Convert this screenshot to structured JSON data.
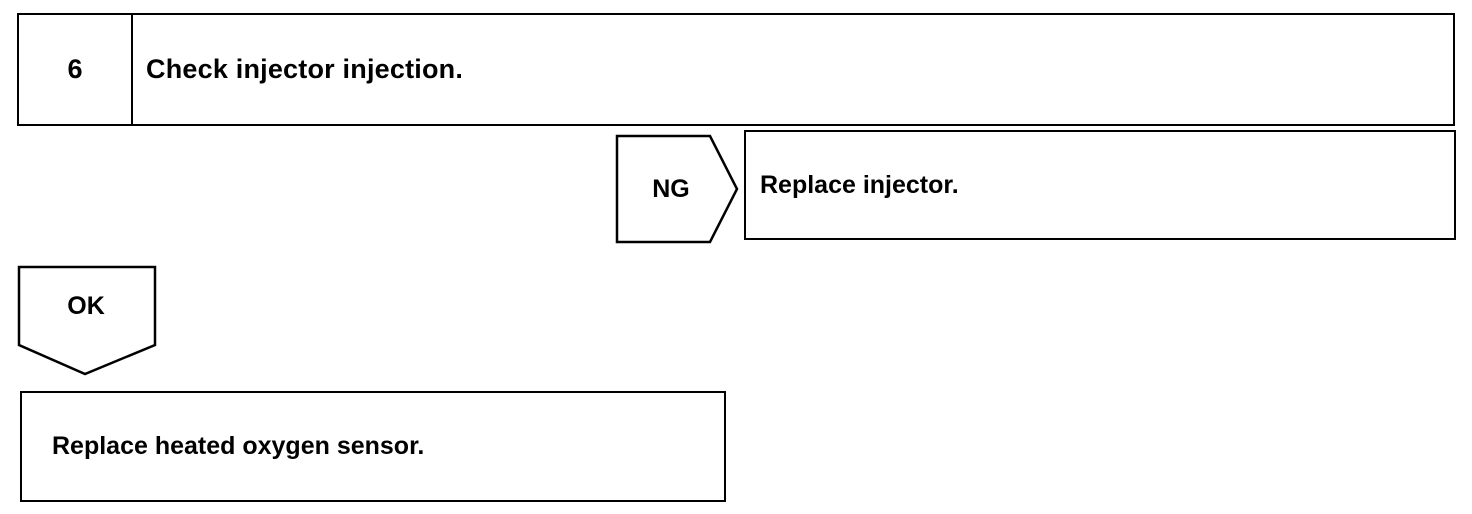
{
  "step": {
    "number": "6",
    "title": "Check injector injection."
  },
  "ng_branch": {
    "label": "NG",
    "action": "Replace injector."
  },
  "ok_branch": {
    "label": "OK",
    "action": "Replace heated oxygen sensor."
  }
}
